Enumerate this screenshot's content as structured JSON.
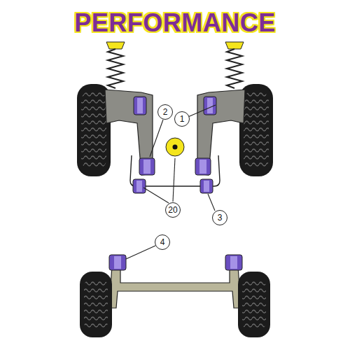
{
  "diagram": {
    "title": "PERFORMANCE",
    "labels": [
      "2",
      "1",
      "20",
      "3",
      "4"
    ]
  }
}
